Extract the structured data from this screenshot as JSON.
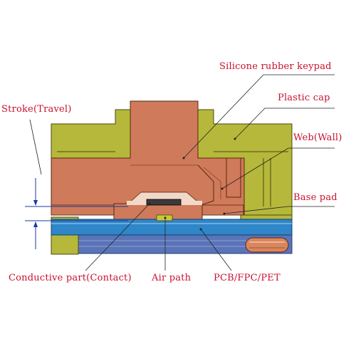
{
  "labels": {
    "keypad": "Silicone rubber keypad",
    "cap": "Plastic cap",
    "stroke": "Stroke(Travel)",
    "web": "Web(Wall)",
    "basepad": "Base pad",
    "contact": "Conductive part(Contact)",
    "airpath": "Air path",
    "pcb": "PCB/FPC/PET"
  },
  "colors": {
    "label_text": "#c8102e",
    "plastic_cap": "#b5b83a",
    "silicone_rubber": "#cf7a5a",
    "pcb": "#2f86c8",
    "base_plate": "#5a74b8",
    "contact": "#3a3a3a",
    "air_path": "#c8c83a"
  }
}
